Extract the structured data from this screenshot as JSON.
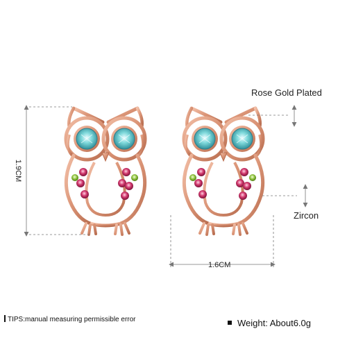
{
  "labels": {
    "plating": "Rose Gold Plated",
    "stone": "Zircon",
    "height": "1.9CM",
    "width": "1.6CM",
    "tips": "TIPS:manual measuring permissible error",
    "weight": "Weight:  About6.0g"
  },
  "colors": {
    "rose_gold": "#d99274",
    "rose_gold_dark": "#b86d50",
    "eye_stone": "#6ed6d6",
    "pink_stone": "#d1386d",
    "green_stone": "#8bbf3a"
  }
}
